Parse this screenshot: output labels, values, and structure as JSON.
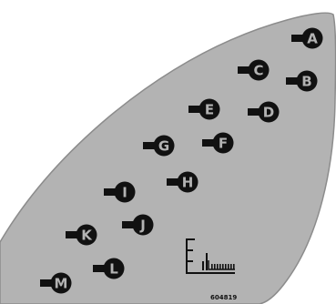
{
  "colors": {
    "panel_fill": "#b3b3b3",
    "panel_edge": "#8c8c8c",
    "pin": "#111111",
    "letter": "#b3b3b3"
  },
  "pins": [
    {
      "id": "A",
      "label": "A"
    },
    {
      "id": "B",
      "label": "B"
    },
    {
      "id": "C",
      "label": "C"
    },
    {
      "id": "D",
      "label": "D"
    },
    {
      "id": "E",
      "label": "E"
    },
    {
      "id": "F",
      "label": "F"
    },
    {
      "id": "G",
      "label": "G"
    },
    {
      "id": "H",
      "label": "H"
    },
    {
      "id": "I",
      "label": "I"
    },
    {
      "id": "J",
      "label": "J"
    },
    {
      "id": "K",
      "label": "K"
    },
    {
      "id": "L",
      "label": "L"
    },
    {
      "id": "M",
      "label": "M"
    }
  ],
  "symbol": {
    "name": "graduated-scale-icon"
  },
  "part_number": "604819"
}
